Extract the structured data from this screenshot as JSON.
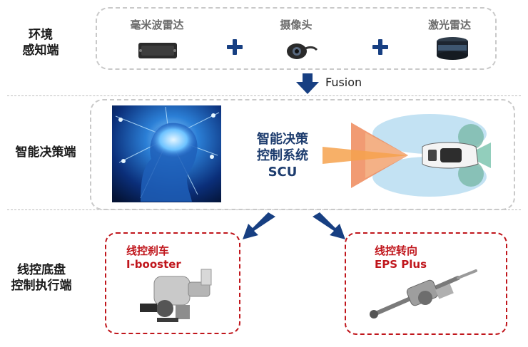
{
  "rows": {
    "perception_label": [
      "环境",
      "感知端"
    ],
    "decision_label": "智能决策端",
    "execution_label": [
      "线控底盘",
      "控制执行端"
    ]
  },
  "sensors": [
    {
      "label": "毫米波雷达",
      "icon": "radar-module-icon"
    },
    {
      "label": "摄像头",
      "icon": "camera-icon"
    },
    {
      "label": "激光雷达",
      "icon": "lidar-icon"
    }
  ],
  "fusion_label": "Fusion",
  "scu": {
    "lines": [
      "智能决策",
      "控制系统",
      "SCU"
    ]
  },
  "actuators": [
    {
      "title_cn": "线控刹车",
      "title_en": "I-booster"
    },
    {
      "title_cn": "线控转向",
      "title_en": "EPS Plus"
    }
  ],
  "colors": {
    "navy": "#173f82",
    "red": "#c0161c",
    "dash_gray": "#c9c9c9"
  }
}
